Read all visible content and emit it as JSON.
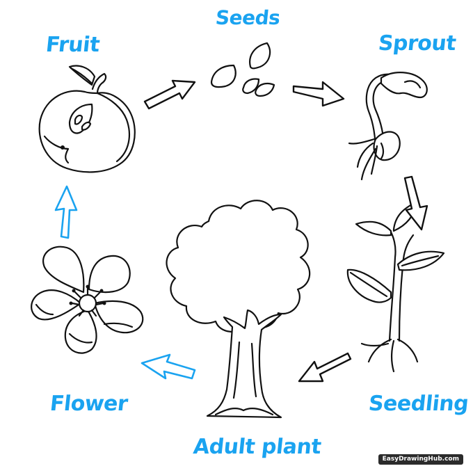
{
  "colors": {
    "label": "#1aa3f0",
    "ink": "#111111",
    "background": "#ffffff"
  },
  "stages": {
    "seeds": "Seeds",
    "fruit": "Fruit",
    "sprout": "Sprout",
    "flower": "Flower",
    "seedling": "Seedling",
    "adult_plant": "Adult plant"
  },
  "watermark": "EasyDrawingHub.com"
}
